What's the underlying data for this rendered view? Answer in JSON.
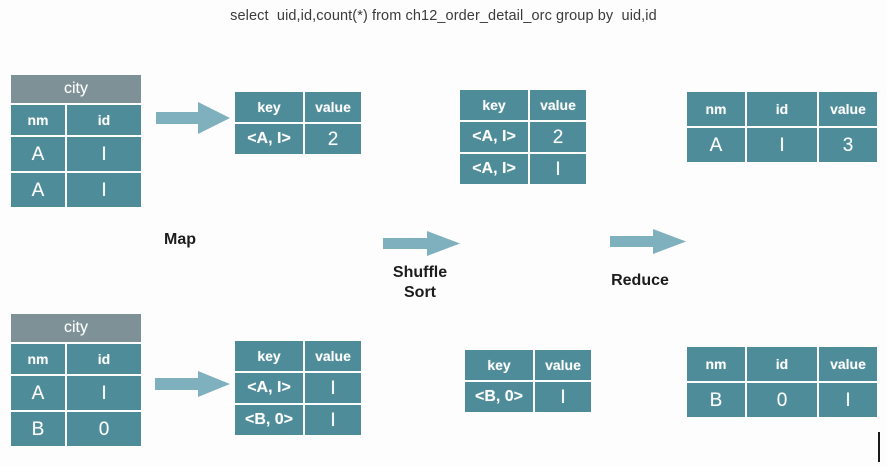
{
  "caption": "select  uid,id,count(*) from ch12_order_detail_orc group by  uid,id",
  "colors": {
    "cell": "#4e8c99",
    "title_cell": "#7d9197",
    "arrow": "#7fb0bd",
    "background": "#fdfdfd",
    "text_on_cell": "#ffffff",
    "label_text": "#1c1c1c"
  },
  "stages": {
    "map": "Map",
    "shuffle_sort": "Shuffle\nSort",
    "reduce": "Reduce"
  },
  "arrows": {
    "map_top": "arrow-right-icon",
    "map_bottom": "arrow-right-icon",
    "shuffle": "arrow-right-icon",
    "reduce": "arrow-right-icon"
  },
  "tables": {
    "input_top": {
      "title": "city",
      "headers": [
        "nm",
        "id"
      ],
      "rows": [
        [
          "A",
          "I"
        ],
        [
          "A",
          "I"
        ]
      ]
    },
    "input_bottom": {
      "title": "city",
      "headers": [
        "nm",
        "id"
      ],
      "rows": [
        [
          "A",
          "I"
        ],
        [
          "B",
          "0"
        ]
      ]
    },
    "map_out_top": {
      "headers": [
        "key",
        "value"
      ],
      "rows": [
        [
          "<A, I>",
          "2"
        ]
      ]
    },
    "map_out_bottom": {
      "headers": [
        "key",
        "value"
      ],
      "rows": [
        [
          "<A, I>",
          "I"
        ],
        [
          "<B, 0>",
          "I"
        ]
      ]
    },
    "shuffle_top": {
      "headers": [
        "key",
        "value"
      ],
      "rows": [
        [
          "<A, I>",
          "2"
        ],
        [
          "<A, I>",
          "I"
        ]
      ]
    },
    "shuffle_bottom": {
      "headers": [
        "key",
        "value"
      ],
      "rows": [
        [
          "<B, 0>",
          "I"
        ]
      ]
    },
    "reduce_out_top": {
      "headers": [
        "nm",
        "id",
        "value"
      ],
      "rows": [
        [
          "A",
          "I",
          "3"
        ]
      ]
    },
    "reduce_out_bottom": {
      "headers": [
        "nm",
        "id",
        "value"
      ],
      "rows": [
        [
          "B",
          "0",
          "I"
        ]
      ]
    }
  }
}
